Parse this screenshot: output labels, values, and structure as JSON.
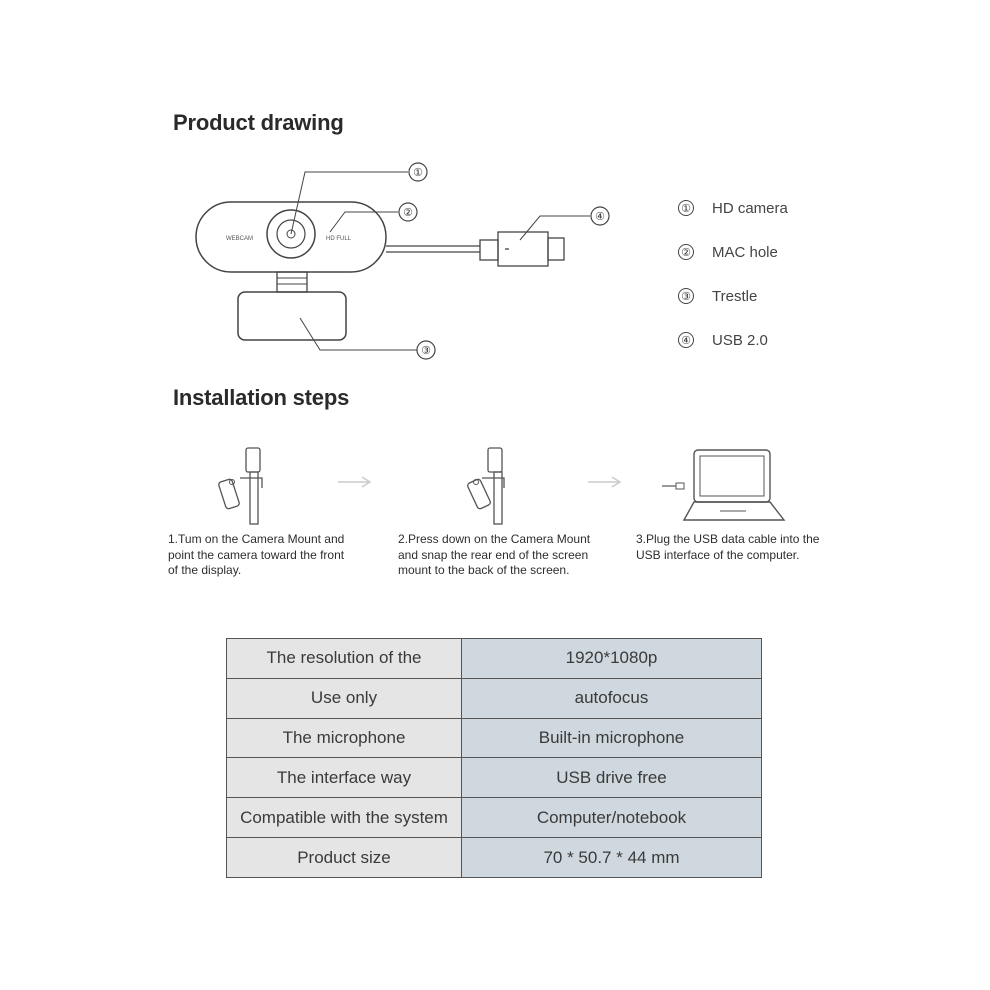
{
  "sections": {
    "drawing_title": "Product drawing",
    "install_title": "Installation steps"
  },
  "drawing": {
    "callouts": [
      "①",
      "②",
      "④",
      "③"
    ],
    "camera_text_left": "WEBCAM",
    "camera_text_right": "HD FULL"
  },
  "legend": [
    {
      "num": "①",
      "label": "HD camera"
    },
    {
      "num": "②",
      "label": "MAC hole"
    },
    {
      "num": "③",
      "label": "Trestle"
    },
    {
      "num": "④",
      "label": "USB 2.0"
    }
  ],
  "steps": [
    {
      "lines": [
        "1.Tum on the Camera Mount and",
        "point the camera toward the front",
        "of the display."
      ]
    },
    {
      "lines": [
        "2.Press down on the Camera Mount",
        "and snap the rear end of the screen",
        "mount to the back of the screen."
      ]
    },
    {
      "lines": [
        "3.Plug the USB data cable into the",
        "USB interface of the computer."
      ]
    }
  ],
  "specs": [
    {
      "key": "The resolution of the",
      "value": "1920*1080p"
    },
    {
      "key": "Use only",
      "value": "autofocus"
    },
    {
      "key": "The microphone",
      "value": "Built-in microphone"
    },
    {
      "key": "The interface way",
      "value": "USB drive free"
    },
    {
      "key": "Compatible with the system",
      "value": "Computer/notebook"
    },
    {
      "key": "Product size",
      "value": "70 * 50.7 * 44 mm"
    }
  ]
}
